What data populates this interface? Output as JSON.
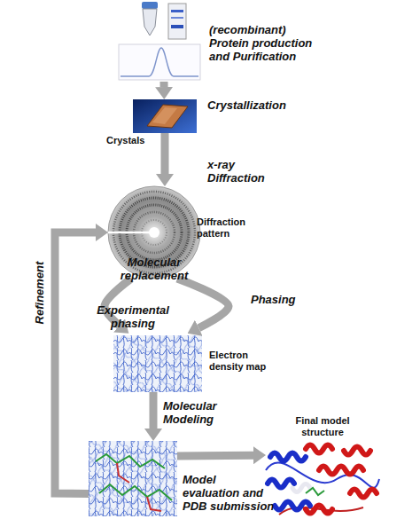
{
  "diagram": {
    "nodes": [
      {
        "text": [
          "(recombinant) Protein production and Purification"
        ]
      },
      {
        "text": [
          "Crystals"
        ]
      },
      {
        "text": [
          "Diffraction pattern"
        ]
      },
      {
        "text": [
          "Electron density map"
        ]
      },
      {
        "text": [
          "Model evaluation and PDB submission"
        ]
      },
      {
        "text": [
          "Final model structure"
        ]
      }
    ],
    "edges": [
      {
        "from": 0,
        "to": 1,
        "label": "Crystallization",
        "arrow": "to"
      },
      {
        "from": 1,
        "to": 2,
        "label": "x-ray Diffraction",
        "arrow": "to"
      },
      {
        "from": 2,
        "to": 3,
        "label": "Experimental phasing",
        "arrow": "to"
      },
      {
        "from": 2,
        "to": 3,
        "label": "Phasing",
        "arrow": "to"
      },
      {
        "from": 3,
        "to": 4,
        "label": "Molecular Modeling",
        "arrow": "to"
      },
      {
        "from": 4,
        "to": 5,
        "arrow": "to"
      },
      {
        "from": 4,
        "to": 2,
        "label": "Refinement",
        "arrow": "to"
      }
    ],
    "labels": [
      "Molecular replacement"
    ]
  }
}
